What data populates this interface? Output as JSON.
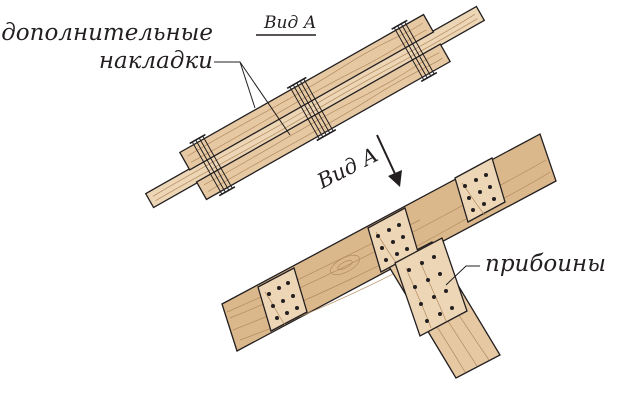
{
  "labels": {
    "view_title": "Вид А",
    "view_arrow": "Вид А",
    "extra_plates": [
      "дополнительные",
      "накладки"
    ],
    "cleats": "прибоины"
  },
  "colors": {
    "wood": "#e6c9a3",
    "wood_dark": "#dab88c",
    "wood_light": "#edd6b6",
    "grain": "#b38a5e",
    "ink": "#231f20",
    "background": "#ffffff"
  }
}
